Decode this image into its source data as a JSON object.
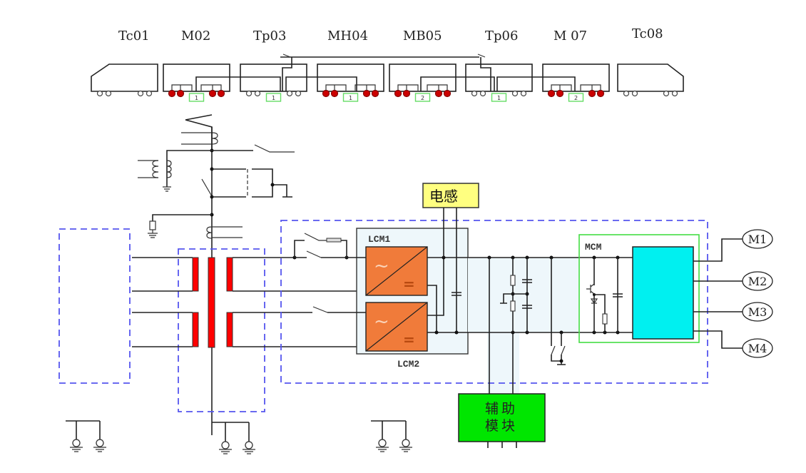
{
  "train": {
    "cars": [
      {
        "label": "Tc01",
        "type": "cab-left",
        "powered": false,
        "bogie_tag": ""
      },
      {
        "label": "M02",
        "type": "motor",
        "powered": true,
        "bogie_tag": "1"
      },
      {
        "label": "Tp03",
        "type": "trailer-pantograph",
        "powered": false,
        "bogie_tag": "1"
      },
      {
        "label": "MH04",
        "type": "motor",
        "powered": true,
        "bogie_tag": "1"
      },
      {
        "label": "MB05",
        "type": "motor",
        "powered": true,
        "bogie_tag": "2"
      },
      {
        "label": "Tp06",
        "type": "trailer-pantograph",
        "powered": false,
        "bogie_tag": "1"
      },
      {
        "label": "M 07",
        "type": "motor",
        "powered": true,
        "bogie_tag": "2"
      },
      {
        "label": "Tc08",
        "type": "cab-right",
        "powered": false,
        "bogie_tag": ""
      }
    ]
  },
  "circuit": {
    "inductor_label": "电感",
    "lcm1_label": "LCM1",
    "lcm2_label": "LCM2",
    "mcm_label": "MCM",
    "aux_label_line1": "辅助",
    "aux_label_line2": "模块",
    "rectifier_ac_symbol": "~",
    "rectifier_dc_symbol": "=",
    "motors": [
      "M1",
      "M2",
      "M3",
      "M4"
    ]
  },
  "colors": {
    "transformer_winding": "#ff0000",
    "rectifier_fill": "#f07b3a",
    "inverter_fill": "#00f0f0",
    "aux_fill": "#00e600",
    "inductor_fill": "#ffff80",
    "mcm_border": "#44dd44",
    "dashed_boundary": "#5555ee",
    "motor_wheel": "#cc0000",
    "bogie_tag_border": "#66dd66"
  }
}
